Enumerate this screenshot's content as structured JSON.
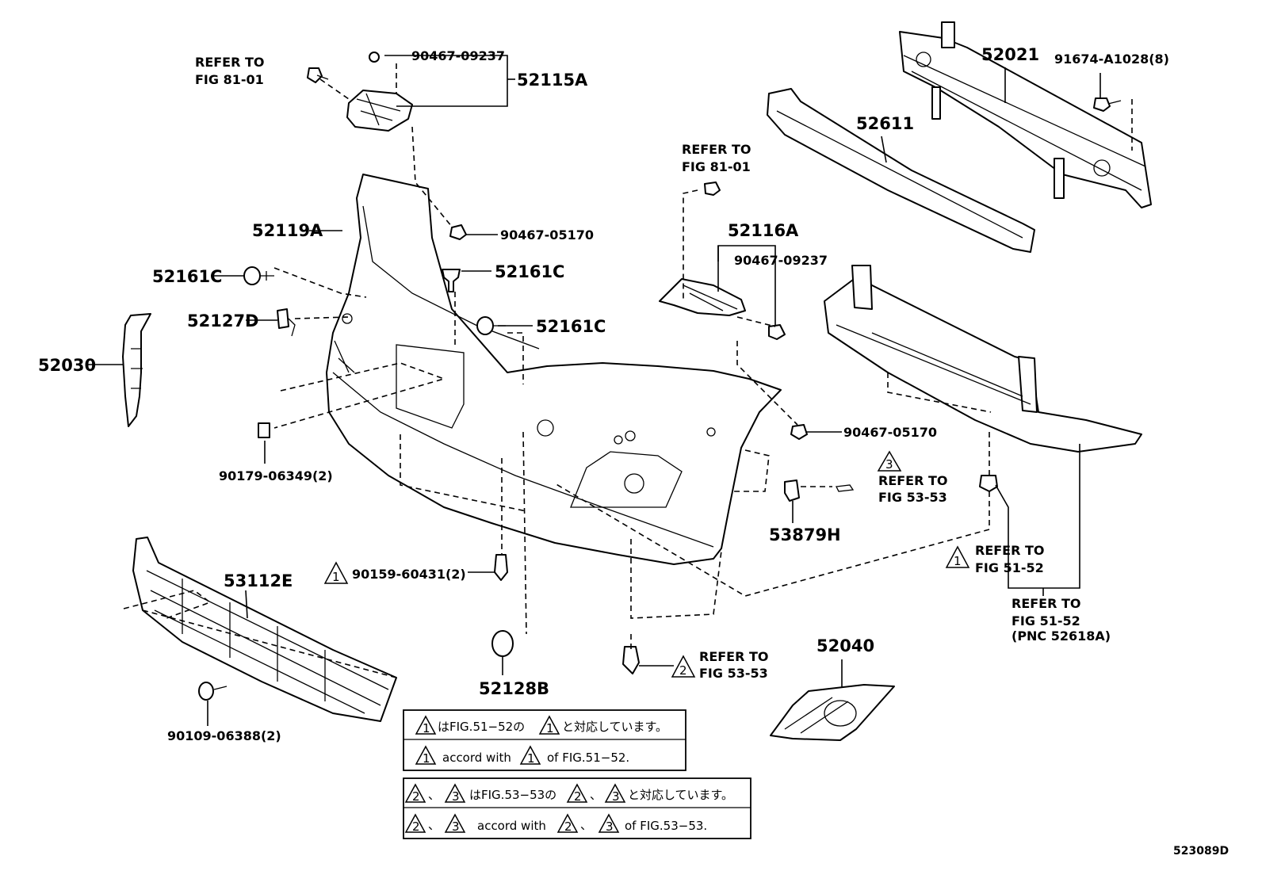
{
  "diagram": {
    "figure_id": "523089D",
    "labels": {
      "p52115A": "52115A",
      "p90467_09237_top": "90467-09237",
      "refer_81_01_a_line1": "REFER TO",
      "refer_81_01_a_line2": "FIG 81-01",
      "p52119A": "52119A",
      "p90467_05170_top": "90467-05170",
      "p52161C_left": "52161C",
      "p52161C_center": "52161C",
      "p52161C_right": "52161C",
      "p52127D": "52127D",
      "p52030": "52030",
      "p90179_06349": "90179-06349(2)",
      "p52021": "52021",
      "p91674": "91674-A1028(8)",
      "p52611": "52611",
      "refer_81_01_b_line1": "REFER TO",
      "refer_81_01_b_line2": "FIG 81-01",
      "p52116A": "52116A",
      "p90467_09237_right": "90467-09237",
      "p90467_05170_right": "90467-05170",
      "refer_53_53_a_line1": "REFER TO",
      "refer_53_53_a_line2": "FIG 53-53",
      "p53879H": "53879H",
      "refer_51_52_a_line1": "REFER TO",
      "refer_51_52_a_line2": "FIG 51-52",
      "refer_51_52_b_line1": "REFER TO",
      "refer_51_52_b_line2": "FIG 51-52",
      "refer_51_52_b_line3": "(PNC 52618A)",
      "p53112E": "53112E",
      "p90159": "90159-60431(2)",
      "p90109": "90109-06388(2)",
      "p52128B": "52128B",
      "refer_53_53_b_line1": "REFER TO",
      "refer_53_53_b_line2": "FIG 53-53",
      "p52040": "52040"
    },
    "triangles": {
      "t3_upper": "3",
      "t1_90159": "1",
      "t1_refer": "1",
      "t2_refer": "2"
    },
    "notes": {
      "n1_jp_tri_a": "1",
      "n1_jp_mid": "はFIG.51−52の",
      "n1_jp_tri_b": "1",
      "n1_jp_end": "と対応しています。",
      "n1_en_tri_a": "1",
      "n1_en_mid": "accord with",
      "n1_en_tri_b": "1",
      "n1_en_end": "of FIG.51−52.",
      "n2_jp_tri_a": "2",
      "n2_jp_sep1": "、",
      "n2_jp_tri_b": "3",
      "n2_jp_mid": "はFIG.53−53の",
      "n2_jp_tri_c": "2",
      "n2_jp_sep2": "、",
      "n2_jp_tri_d": "3",
      "n2_jp_end": "と対応しています。",
      "n2_en_tri_a": "2",
      "n2_en_sep1": "、",
      "n2_en_tri_b": "3",
      "n2_en_mid": "accord with",
      "n2_en_tri_c": "2",
      "n2_en_sep2": "、",
      "n2_en_tri_d": "3",
      "n2_en_end": "of FIG.53−53."
    }
  }
}
